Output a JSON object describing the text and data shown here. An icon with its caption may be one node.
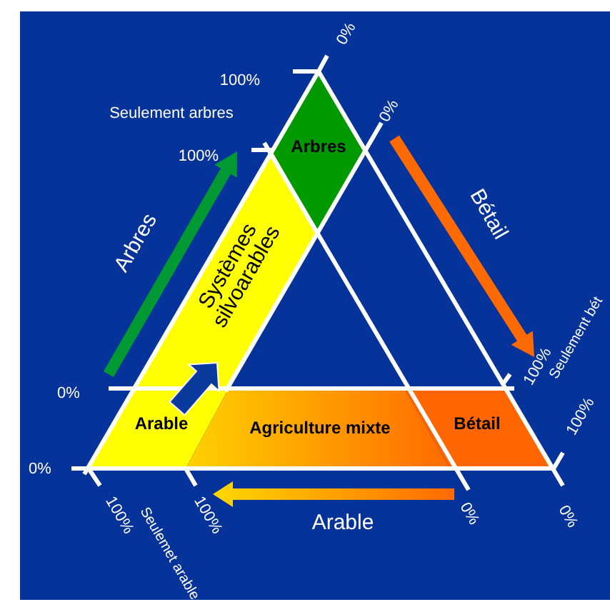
{
  "diagram": {
    "nodes": [
      {
        "text": [
          "Arbres"
        ]
      },
      {
        "text": [
          "Systèmes silvoarables"
        ]
      },
      {
        "text": [
          "Arable"
        ]
      },
      {
        "text": [
          "Agriculture mixte"
        ]
      },
      {
        "text": [
          "Bétail"
        ]
      }
    ],
    "edges": [
      {
        "from": 2,
        "to": 1,
        "arrow": "to"
      }
    ],
    "labels": [
      "100%",
      "Seulement arbres",
      "100%",
      "Arbres",
      "0%",
      "0%",
      "Bétail",
      "100%",
      "Seulement bét",
      "100%",
      "0%",
      "0%",
      "100%",
      "Seulemet arable",
      "100%",
      "Arable",
      "0%",
      "0%"
    ]
  }
}
